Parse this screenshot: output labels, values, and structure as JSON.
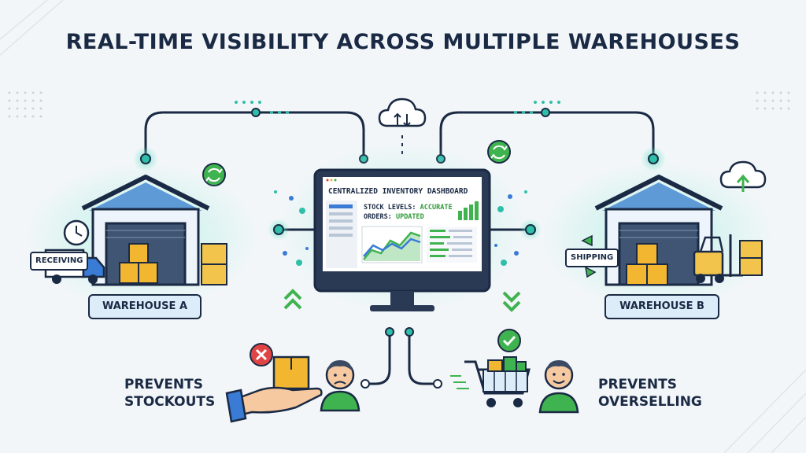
{
  "title": "REAL-TIME VISIBILITY ACROSS MULTIPLE WAREHOUSES",
  "warehouse_a": {
    "label": "WAREHOUSE A",
    "tag": "RECEIVING"
  },
  "warehouse_b": {
    "label": "WAREHOUSE B",
    "tag": "SHIPPING"
  },
  "dashboard": {
    "title": "CENTRALIZED INVENTORY DASHBOARD",
    "stock_label": "STOCK LEVELS:",
    "stock_value": "ACCURATE",
    "orders_label": "ORDERS:",
    "orders_value": "UPDATED"
  },
  "benefits": {
    "left": {
      "line1": "PREVENTS",
      "line2": "STOCKOUTS"
    },
    "right": {
      "line1": "PREVENTS",
      "line2": "OVERSELLING"
    }
  },
  "colors": {
    "navy": "#1a2a44",
    "teal": "#2fbfa8",
    "green": "#3fb34f",
    "amber": "#f2b630",
    "blue": "#3a7bd5",
    "red": "#e04444"
  },
  "icons": [
    "cloud-sync-icon",
    "sync-icon",
    "clock-icon",
    "delivery-truck-icon",
    "forklift-icon",
    "cloud-upload-icon",
    "error-x-icon",
    "check-icon",
    "shopping-cart-icon",
    "up-chevron-icon",
    "down-chevron-icon"
  ]
}
